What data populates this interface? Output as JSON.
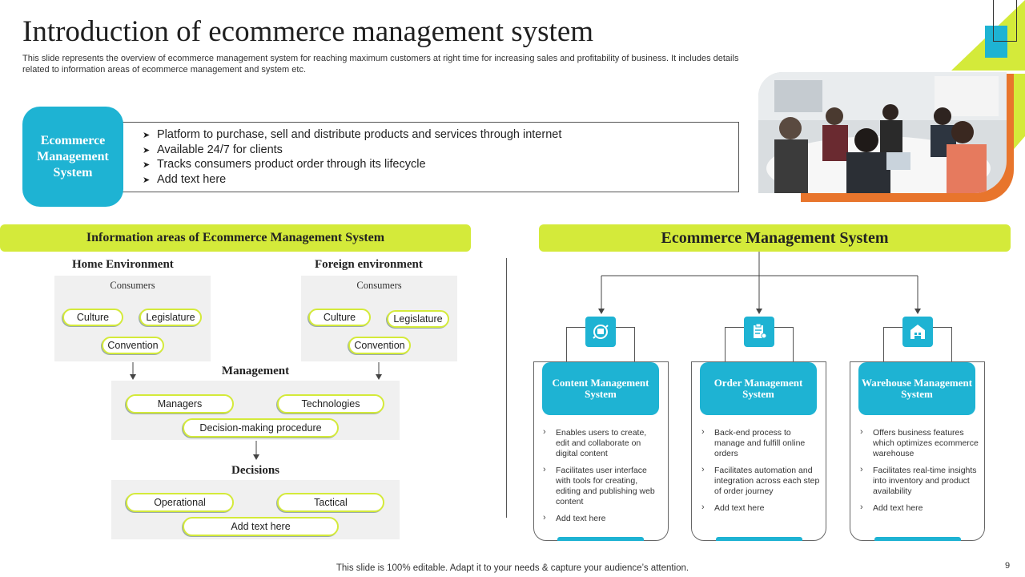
{
  "title": "Introduction of ecommerce management system",
  "subtitle": "This slide represents the overview of ecommerce management system for reaching maximum customers at right time for increasing sales and profitability of business. It includes details related to information areas of ecommerce management and system etc.",
  "ems_summary": {
    "badge": "Ecommerce Management System",
    "bullet": "➤",
    "points": [
      "Platform to purchase, sell and distribute products and services through internet",
      "Available  24/7 for clients",
      "Tracks consumers product order through its lifecycle",
      "Add text here"
    ]
  },
  "info_areas": {
    "header": "Information areas of Ecommerce Management System",
    "home": {
      "title": "Home Environment",
      "label": "Consumers",
      "pills": [
        "Culture",
        "Legislature",
        "Convention"
      ]
    },
    "foreign": {
      "title": "Foreign environment",
      "label": "Consumers",
      "pills": [
        "Culture",
        "Legislature",
        "Convention"
      ]
    },
    "management": {
      "title": "Management",
      "pills": [
        "Managers",
        "Technologies",
        "Decision-making procedure"
      ]
    },
    "decisions": {
      "title": "Decisions",
      "pills": [
        "Operational",
        "Tactical",
        "Add text here"
      ]
    }
  },
  "ems_diagram": {
    "header": "Ecommerce  Management System",
    "cards": [
      {
        "title": "Content Management System",
        "icon": "content-cycle-icon",
        "points": [
          "Enables users to create, edit and collaborate on digital content",
          "Facilitates user interface with tools for creating, editing and publishing web content",
          "Add text here"
        ]
      },
      {
        "title": "Order Management System",
        "icon": "order-clipboard-icon",
        "points": [
          "Back-end process to manage and fulfill online orders",
          "Facilitates automation and integration across each step of order journey",
          "Add text here"
        ]
      },
      {
        "title": "Warehouse Management System",
        "icon": "warehouse-icon",
        "points": [
          "Offers business features which optimizes ecommerce warehouse",
          "Facilitates real-time insights into inventory and product availability",
          "Add text here"
        ]
      }
    ]
  },
  "footer": "This slide is 100% editable. Adapt it to your needs & capture your audience’s attention.",
  "page_number": "9",
  "colors": {
    "accent_blue": "#1eb3d3",
    "accent_green": "#d4ea3a",
    "accent_orange": "#e8752c"
  }
}
